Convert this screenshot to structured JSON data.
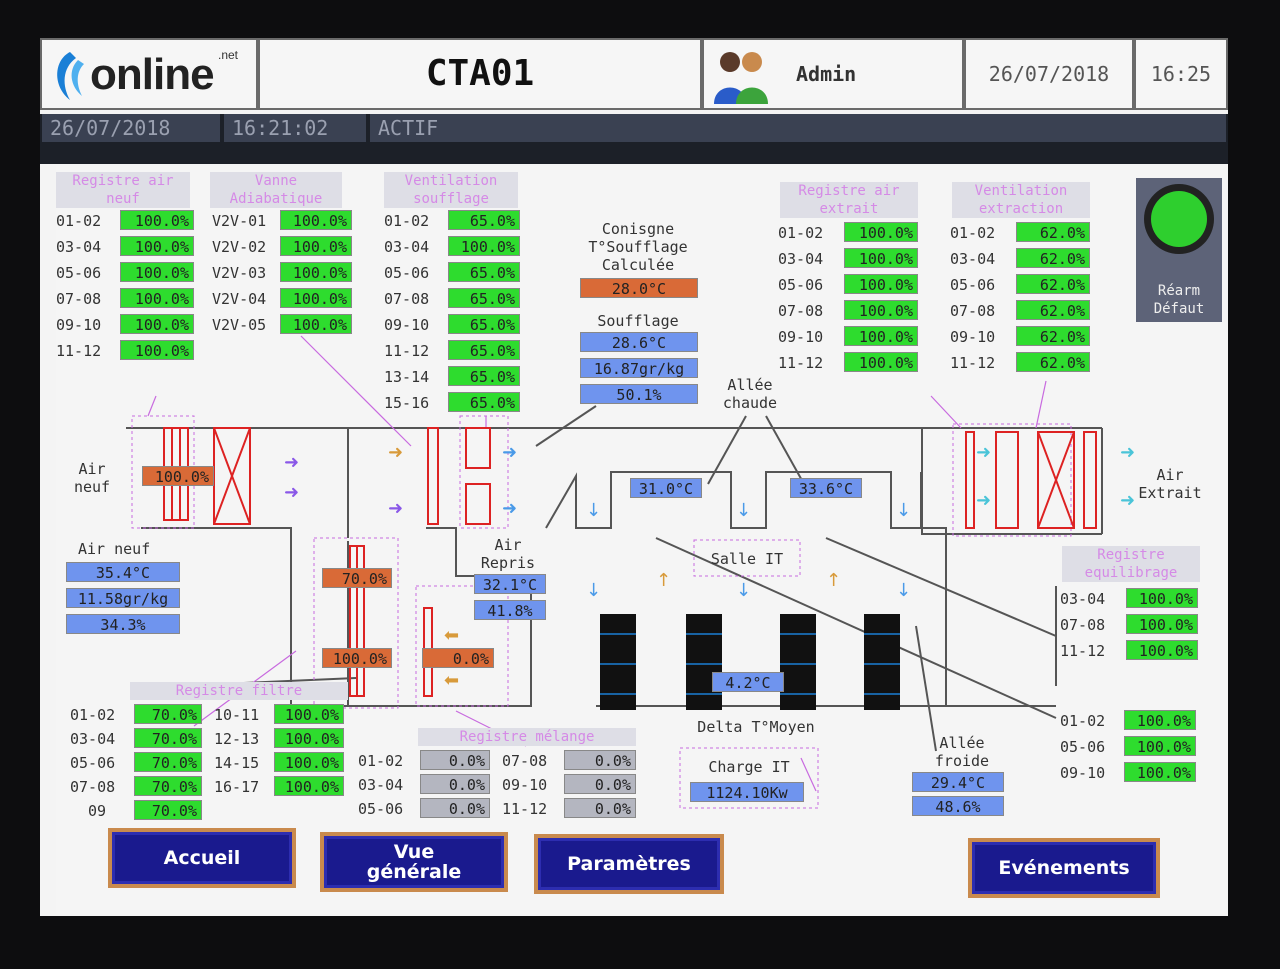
{
  "header": {
    "logo_text": "online",
    "logo_sup": ".net",
    "title": "CTA01",
    "user": "Admin",
    "date": "26/07/2018",
    "time": "16:25"
  },
  "status_bar": {
    "date": "26/07/2018",
    "time": "16:21:02",
    "state": "ACTIF"
  },
  "registre_air_neuf": {
    "title1": "Registre air",
    "title2": "neuf",
    "rows": [
      {
        "label": "01-02",
        "value": "100.0%"
      },
      {
        "label": "03-04",
        "value": "100.0%"
      },
      {
        "label": "05-06",
        "value": "100.0%"
      },
      {
        "label": "07-08",
        "value": "100.0%"
      },
      {
        "label": "09-10",
        "value": "100.0%"
      },
      {
        "label": "11-12",
        "value": "100.0%"
      }
    ]
  },
  "vanne_adiabatique": {
    "title1": "Vanne",
    "title2": "Adiabatique",
    "rows": [
      {
        "label": "V2V-01",
        "value": "100.0%"
      },
      {
        "label": "V2V-02",
        "value": "100.0%"
      },
      {
        "label": "V2V-03",
        "value": "100.0%"
      },
      {
        "label": "V2V-04",
        "value": "100.0%"
      },
      {
        "label": "V2V-05",
        "value": "100.0%"
      }
    ]
  },
  "ventilation_soufflage": {
    "title1": "Ventilation",
    "title2": "soufflage",
    "rows": [
      {
        "label": "01-02",
        "value": "65.0%"
      },
      {
        "label": "03-04",
        "value": "100.0%"
      },
      {
        "label": "05-06",
        "value": "65.0%"
      },
      {
        "label": "07-08",
        "value": "65.0%"
      },
      {
        "label": "09-10",
        "value": "65.0%"
      },
      {
        "label": "11-12",
        "value": "65.0%"
      },
      {
        "label": "13-14",
        "value": "65.0%"
      },
      {
        "label": "15-16",
        "value": "65.0%"
      }
    ]
  },
  "consigne": {
    "line1": "Conisgne",
    "line2": "T°Soufflage",
    "line3": "Calculée",
    "value": "28.0°C"
  },
  "soufflage": {
    "label": "Soufflage",
    "temp": "28.6°C",
    "humidity_abs": "16.87gr/kg",
    "humidity_rel": "50.1%"
  },
  "registre_air_extrait": {
    "title1": "Registre air",
    "title2": "extrait",
    "rows": [
      {
        "label": "01-02",
        "value": "100.0%"
      },
      {
        "label": "03-04",
        "value": "100.0%"
      },
      {
        "label": "05-06",
        "value": "100.0%"
      },
      {
        "label": "07-08",
        "value": "100.0%"
      },
      {
        "label": "09-10",
        "value": "100.0%"
      },
      {
        "label": "11-12",
        "value": "100.0%"
      }
    ]
  },
  "ventilation_extraction": {
    "title1": "Ventilation",
    "title2": "extraction",
    "rows": [
      {
        "label": "01-02",
        "value": "62.0%"
      },
      {
        "label": "03-04",
        "value": "62.0%"
      },
      {
        "label": "05-06",
        "value": "62.0%"
      },
      {
        "label": "07-08",
        "value": "62.0%"
      },
      {
        "label": "09-10",
        "value": "62.0%"
      },
      {
        "label": "11-12",
        "value": "62.0%"
      }
    ]
  },
  "rearm": {
    "line1": "Réarm",
    "line2": "Défaut",
    "color": "#2ecf2e"
  },
  "diagram": {
    "air_neuf_label1": "Air",
    "air_neuf_label2": "neuf",
    "air_neuf_damper": "100.0%",
    "air_extrait_label1": "Air",
    "air_extrait_label2": "Extrait",
    "allee_chaude1": "Allée",
    "allee_chaude2": "chaude",
    "hot_left": "31.0°C",
    "hot_right": "33.6°C",
    "salle_it": "Salle IT",
    "delta_value": "4.2°C",
    "delta_label": "Delta T°Moyen",
    "air_repris1": "Air",
    "air_repris2": "Repris",
    "air_repris_temp": "32.1°C",
    "air_repris_hum": "41.8%",
    "filtre_top": "70.0%",
    "filtre_bottom": "100.0%",
    "melange_value": "0.0%",
    "charge_label": "Charge IT",
    "charge_value": "1124.10Kw",
    "allee_froide1": "Allée",
    "allee_froide2": "froide",
    "froide_temp": "29.4°C",
    "froide_hum": "48.6%"
  },
  "air_neuf_info": {
    "label": "Air neuf",
    "temp": "35.4°C",
    "humidity_abs": "11.58gr/kg",
    "humidity_rel": "34.3%"
  },
  "registre_equilibrage": {
    "title1": "Registre",
    "title2": "equilibrage",
    "group1": [
      {
        "label": "03-04",
        "value": "100.0%"
      },
      {
        "label": "07-08",
        "value": "100.0%"
      },
      {
        "label": "11-12",
        "value": "100.0%"
      }
    ],
    "group2": [
      {
        "label": "01-02",
        "value": "100.0%"
      },
      {
        "label": "05-06",
        "value": "100.0%"
      },
      {
        "label": "09-10",
        "value": "100.0%"
      }
    ]
  },
  "registre_filtre": {
    "title": "Registre filtre",
    "col1": [
      {
        "label": "01-02",
        "value": "70.0%"
      },
      {
        "label": "03-04",
        "value": "70.0%"
      },
      {
        "label": "05-06",
        "value": "70.0%"
      },
      {
        "label": "07-08",
        "value": "70.0%"
      },
      {
        "label": "09",
        "value": "70.0%"
      }
    ],
    "col2": [
      {
        "label": "10-11",
        "value": "100.0%"
      },
      {
        "label": "12-13",
        "value": "100.0%"
      },
      {
        "label": "14-15",
        "value": "100.0%"
      },
      {
        "label": "16-17",
        "value": "100.0%"
      }
    ]
  },
  "registre_melange": {
    "title": "Registre mélange",
    "col1": [
      {
        "label": "01-02",
        "value": "0.0%"
      },
      {
        "label": "03-04",
        "value": "0.0%"
      },
      {
        "label": "05-06",
        "value": "0.0%"
      }
    ],
    "col2": [
      {
        "label": "07-08",
        "value": "0.0%"
      },
      {
        "label": "09-10",
        "value": "0.0%"
      },
      {
        "label": "11-12",
        "value": "0.0%"
      }
    ]
  },
  "buttons": {
    "accueil": "Accueil",
    "vue1": "Vue",
    "vue2": "générale",
    "parametres": "Paramètres",
    "evenements": "Evénements"
  },
  "colors": {
    "ok_green": "#2edc2e",
    "measure_blue": "#6f94ee",
    "setpoint_orange": "#d96a37",
    "closed_grey": "#b4b6c0",
    "button_blue": "#1a1a8e",
    "title_pink": "#d58ae6"
  }
}
